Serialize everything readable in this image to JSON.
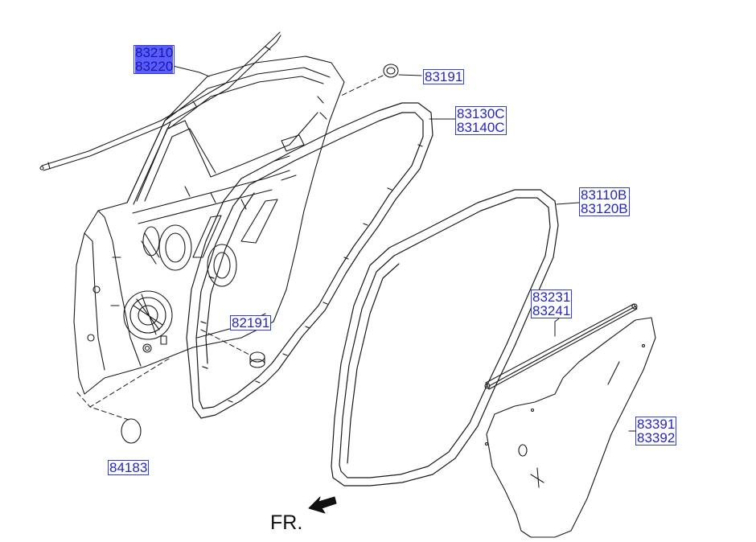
{
  "labels": {
    "mldg1": [
      "83210",
      "83220"
    ],
    "cap": [
      "83191"
    ],
    "ws_body": [
      "83130C",
      "83140C"
    ],
    "ws_door": [
      "83110B",
      "83120B"
    ],
    "chan": [
      "83231",
      "83241"
    ],
    "clip": [
      "82191"
    ],
    "plug": [
      "84183"
    ],
    "film": [
      "83391",
      "83392"
    ]
  },
  "direction": {
    "text": "FR."
  },
  "colors": {
    "label_text": "#2426c0",
    "label_border": "#2f3fc8",
    "highlight": "#5a5cff",
    "line": "#1a1a1a"
  }
}
